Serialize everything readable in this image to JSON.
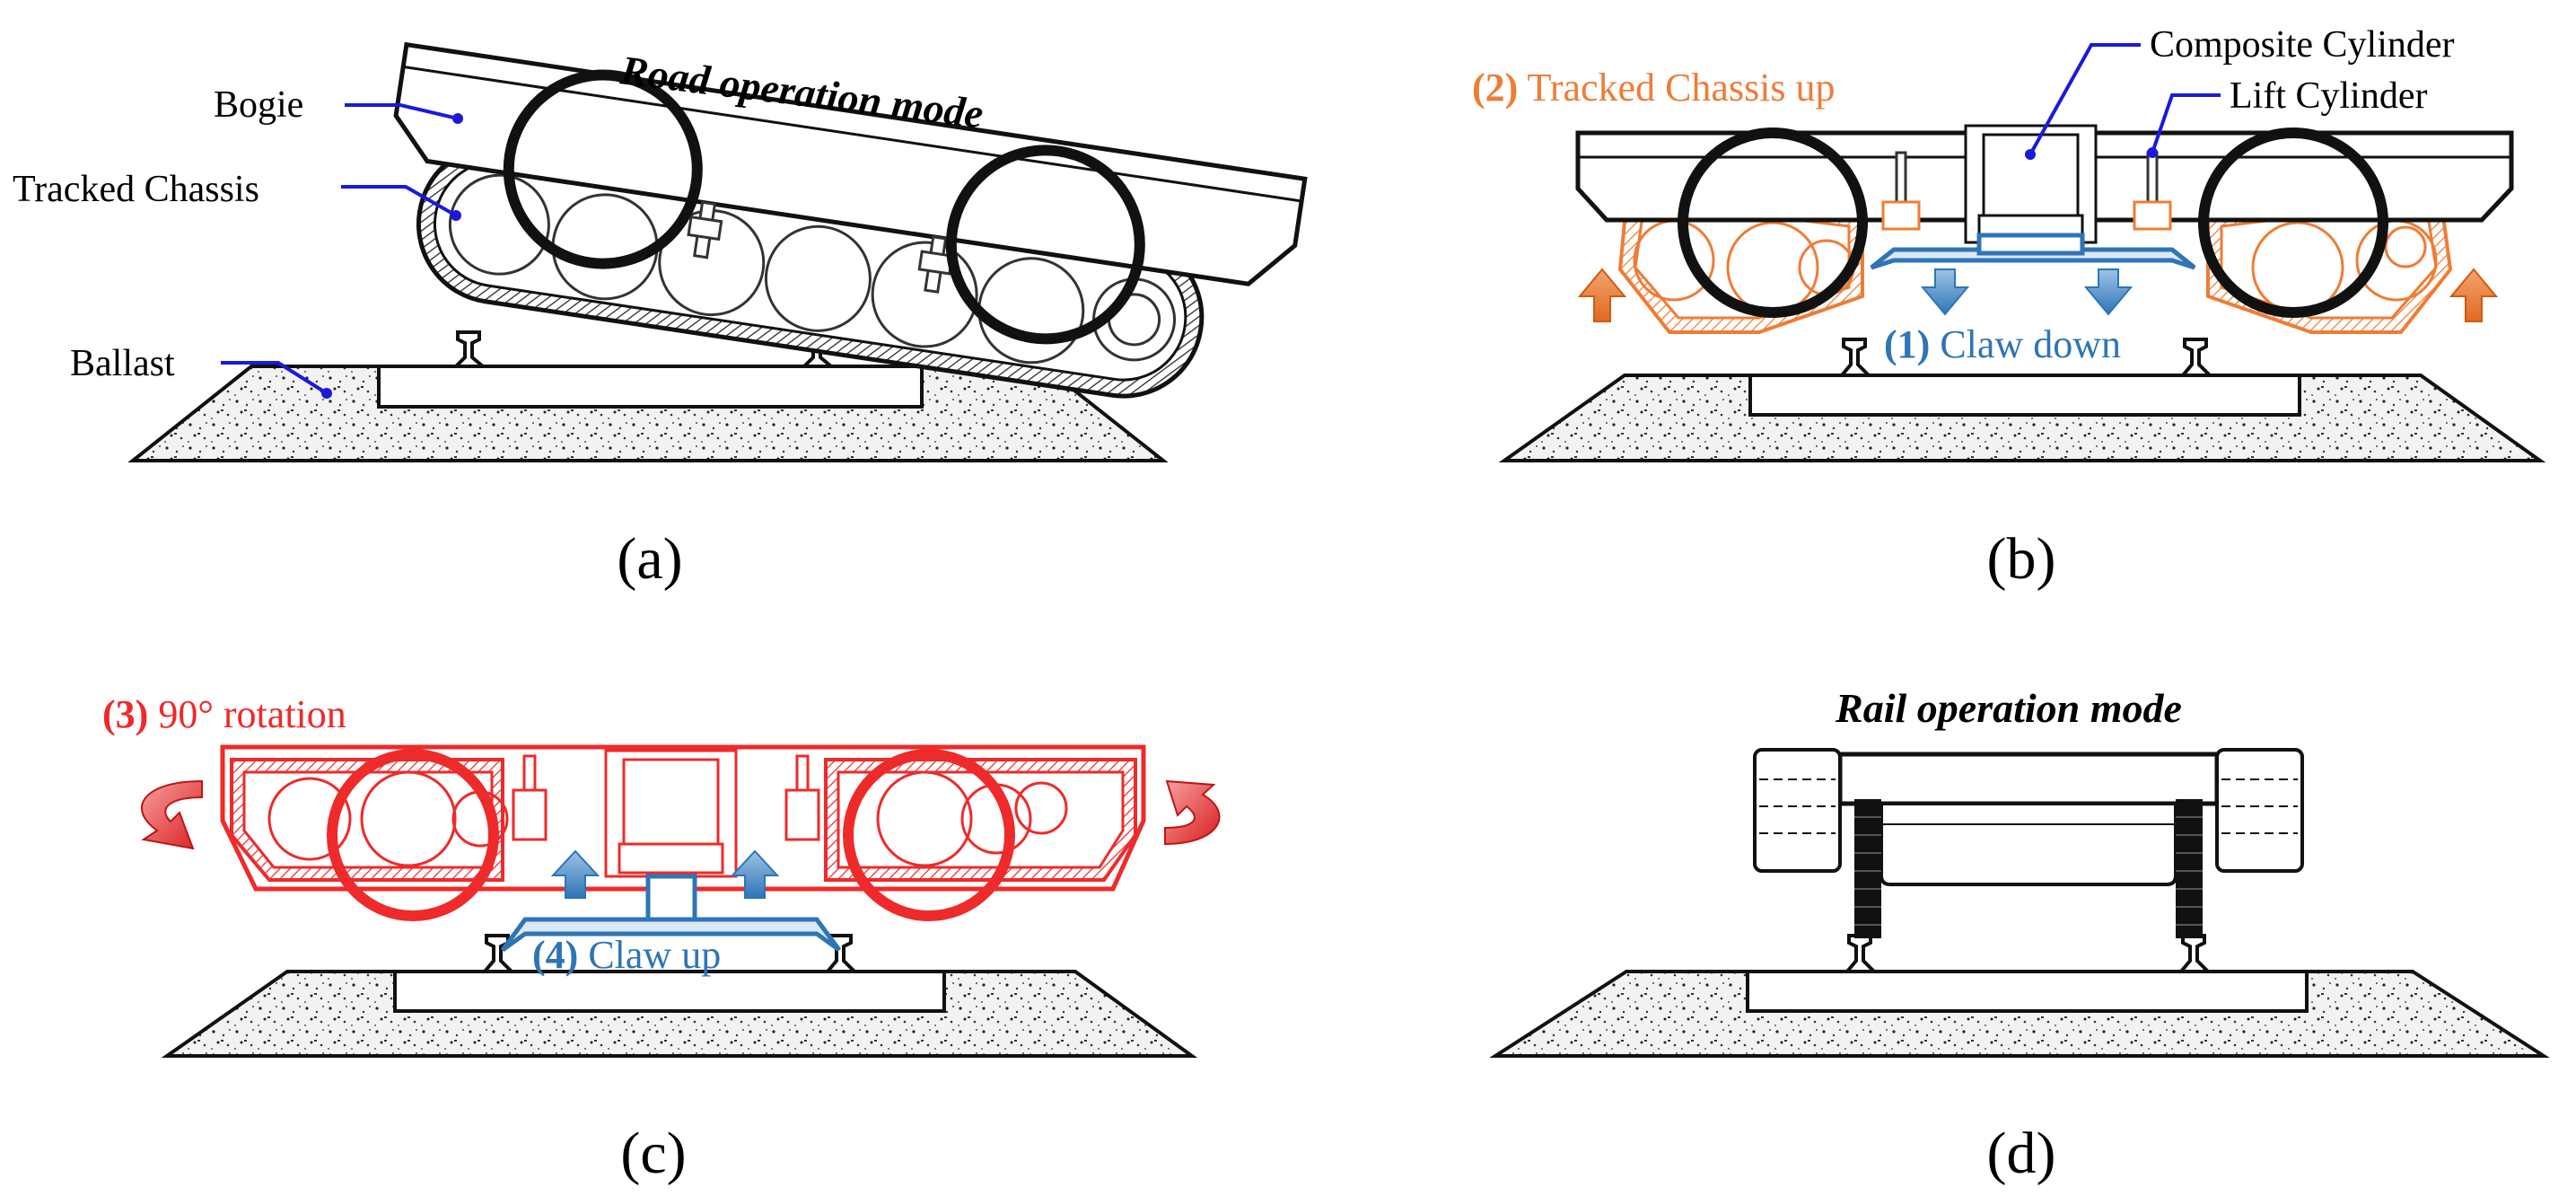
{
  "panels": {
    "a": {
      "caption": "(a)",
      "title": "Road operation mode",
      "labels": {
        "bogie": "Bogie",
        "tracked_chassis": "Tracked Chassis",
        "ballast": "Ballast"
      }
    },
    "b": {
      "caption": "(b)",
      "labels": {
        "composite_cylinder": "Composite Cylinder",
        "lift_cylinder": "Lift Cylinder"
      },
      "step2": {
        "num": "(2)",
        "text": " Tracked Chassis up"
      },
      "step1": {
        "num": "(1)",
        "text": " Claw down"
      }
    },
    "c": {
      "caption": "(c)",
      "step3": {
        "num": "(3)",
        "text": " 90° rotation"
      },
      "step4": {
        "num": "(4)",
        "text": " Claw up"
      }
    },
    "d": {
      "caption": "(d)",
      "title": "Rail operation mode"
    }
  },
  "colors": {
    "annotation_blue": "#1a1adc",
    "step_orange": "#ef7c35",
    "step_red": "#ee2a2a",
    "step_blue": "#2e75b6"
  }
}
